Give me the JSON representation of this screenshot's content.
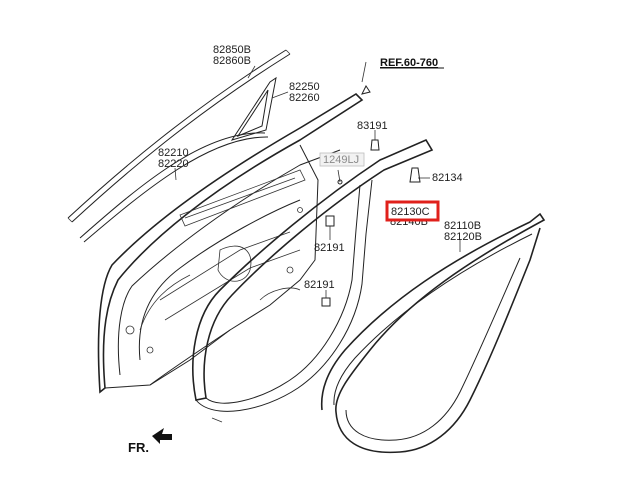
{
  "labels": {
    "p82850b": "82850B",
    "p82860b": "82860B",
    "p82250": "82250",
    "p82260": "82260",
    "p82210": "82210",
    "p82220": "82220",
    "ref": "REF.60-760",
    "p83191": "83191",
    "p1249lj": "1249LJ",
    "p82134": "82134",
    "p82130c": "82130C",
    "p82140b": "82140B",
    "p82110b": "82110B",
    "p82120b": "82120B",
    "p82191a": "82191",
    "p82191b": "82191",
    "fr": "FR."
  },
  "highlight": {
    "part": "82130C",
    "color": "#e0201b"
  }
}
